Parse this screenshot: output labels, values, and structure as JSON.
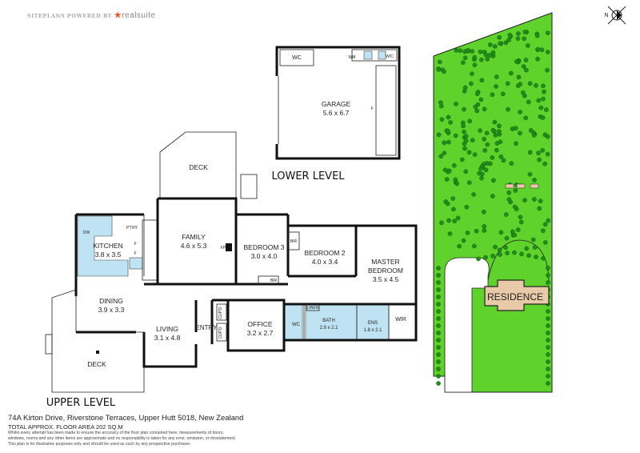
{
  "branding": {
    "text": "SITEPLANS POWERED BY",
    "logo": "realsuite"
  },
  "compass": {
    "label": "N"
  },
  "lower_level": {
    "title": "LOWER LEVEL",
    "rooms": {
      "garage": {
        "name": "GARAGE",
        "size": "5.6 x 6.7"
      },
      "wc": "WC",
      "wm": "WM",
      "wc2": "W/C",
      "f": "F"
    }
  },
  "upper_level": {
    "title": "UPPER LEVEL",
    "rooms": {
      "deck_top": "DECK",
      "deck_bottom": "DECK",
      "kitchen": {
        "name": "KITCHEN",
        "size": "3.8 x 3.5"
      },
      "ptry": "P'TRY",
      "dw": "DW",
      "f1": "F",
      "f2": "F",
      "family": {
        "name": "FAMILY",
        "size": "4.6 x 5.3"
      },
      "fp": "FP",
      "bedroom3": {
        "name": "BEDROOM 3",
        "size": "3.0 x 4.0"
      },
      "bedroom2": {
        "name": "BEDROOM 2",
        "size": "4.0 x 3.4"
      },
      "master": {
        "name1": "MASTER",
        "name2": "BEDROOM",
        "size": "3.5 x 4.5"
      },
      "bir1": "BIR",
      "bir2": "BIR",
      "dining": {
        "name": "DINING",
        "size": "3.9 x 3.3"
      },
      "living": {
        "name": "LIVING",
        "size": "3.1 x 4.8"
      },
      "entry": "ENTRY",
      "cupd1": "CUP'D",
      "cupd2": "CUP'D",
      "office": {
        "name": "OFFICE",
        "size": "3.2 x 2.7"
      },
      "linen": "LINEN",
      "wc": "WC",
      "bath": {
        "name": "BATH",
        "size": "2.9 x 2.1"
      },
      "ens": {
        "name": "ENS",
        "size": "1.8 x 2.1"
      },
      "wir": "WIR"
    }
  },
  "site_plan": {
    "residence": "RESIDENCE",
    "lawn_color": "#5fd22c",
    "building_color": "#e8c9a8"
  },
  "footer": {
    "address": "74A Kirton Drive, Riverstone Terraces, Upper Hutt 5018, New Zealand",
    "floor_area": "TOTAL APPROX. FLOOR AREA 202 SQ.M",
    "disclaimer": [
      "Whilst every attempt has been made to ensure the accuracy of the floor plan contained here, measurements of doors,",
      "windows, rooms and any other items are approximate and no responsibility is taken for any error, omission, or misstatement.",
      "This plan is for illustrative purposes only and should be used as such by any prospective purchaser."
    ]
  }
}
